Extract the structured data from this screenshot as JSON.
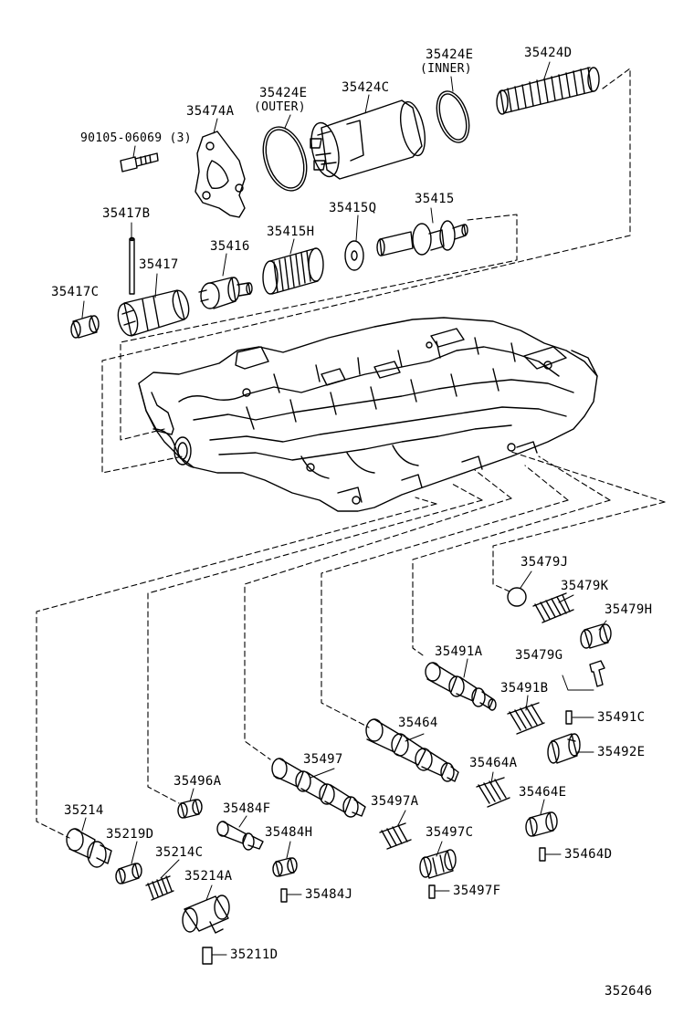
{
  "labels": {
    "p35424D": "35424D",
    "p35424E_inner_num": "35424E",
    "p35424E_inner_note": "(INNER)",
    "p35424C": "35424C",
    "p35424E_outer_num": "35424E",
    "p35424E_outer_note": "(OUTER)",
    "p35474A": "35474A",
    "p90105": "90105-06069 (3)",
    "p35417B": "35417B",
    "p35415Q": "35415Q",
    "p35415": "35415",
    "p35415H": "35415H",
    "p35416": "35416",
    "p35417": "35417",
    "p35417C": "35417C",
    "p35479J": "35479J",
    "p35479K": "35479K",
    "p35479H": "35479H",
    "p35479G": "35479G",
    "p35491A": "35491A",
    "p35491B": "35491B",
    "p35491C": "35491C",
    "p35492E": "35492E",
    "p35464": "35464",
    "p35464A": "35464A",
    "p35464E": "35464E",
    "p35464D": "35464D",
    "p35497": "35497",
    "p35497A": "35497A",
    "p35497C": "35497C",
    "p35497F": "35497F",
    "p35496A": "35496A",
    "p35484F": "35484F",
    "p35484H": "35484H",
    "p35484J": "35484J",
    "p35214": "35214",
    "p35219D": "35219D",
    "p35214C": "35214C",
    "p35214A": "35214A",
    "p35211D": "35211D",
    "diagram_number": "352646"
  }
}
